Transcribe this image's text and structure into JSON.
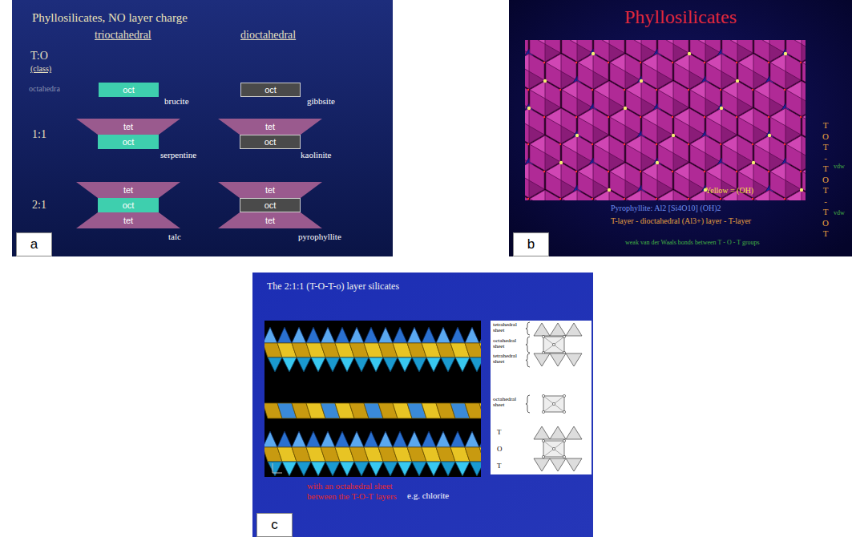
{
  "diagram": {
    "nodes": [
      {
        "text": [
          "Phyllosilicates, NO layer charge"
        ]
      },
      {
        "text": [
          "oct"
        ],
        "in": 0
      },
      {
        "text": [
          "oct"
        ],
        "in": 0
      },
      {
        "text": [
          "tet"
        ],
        "in": 0
      },
      {
        "text": [
          "oct"
        ],
        "in": 0
      },
      {
        "text": [
          "tet"
        ],
        "in": 0
      },
      {
        "text": [
          "oct"
        ],
        "in": 0
      },
      {
        "text": [
          "tet"
        ],
        "in": 0
      },
      {
        "text": [
          "oct"
        ],
        "in": 0
      },
      {
        "text": [
          "tet"
        ],
        "in": 0
      },
      {
        "text": [
          "tet"
        ],
        "in": 0
      },
      {
        "text": [
          "oct"
        ],
        "in": 0
      },
      {
        "text": [
          "tet"
        ],
        "in": 0
      },
      {
        "text": [
          "a"
        ],
        "in": 0
      },
      {
        "text": [
          "Phyllosilicates"
        ]
      },
      {
        "text": [
          "b"
        ],
        "in": 14
      },
      {
        "text": [
          "The 2:1:1 (T-O-T-o) layer silicates"
        ]
      },
      {
        "text": [
          "c"
        ],
        "in": 16
      }
    ],
    "labels": [
      "T:O",
      "(class)",
      "trioctahedral",
      "dioctahedral",
      "octahedra",
      "brucite",
      "gibbsite",
      "1:1",
      "serpentine",
      "kaolinite",
      "2:1",
      "talc",
      "pyrophyllite",
      "Yellow = (OH)",
      "Pyrophyllite: Al2 [Si4O10] (OH)2",
      "T-layer - dioctahedral (Al3+) layer - T-layer",
      "weak van der Waals bonds between T - O - T groups",
      "T",
      "O",
      "T",
      "-",
      "T",
      "O",
      "T",
      "-",
      "T",
      "O",
      "T",
      "vdw",
      "vdw",
      "tetrahedral sheet",
      "octahedral sheet",
      "tetrahedral sheet",
      "octahedral sheet",
      "T",
      "O",
      "T",
      "with an octahedral sheet between the T-O-T layers",
      "e.g. chlorite"
    ]
  }
}
